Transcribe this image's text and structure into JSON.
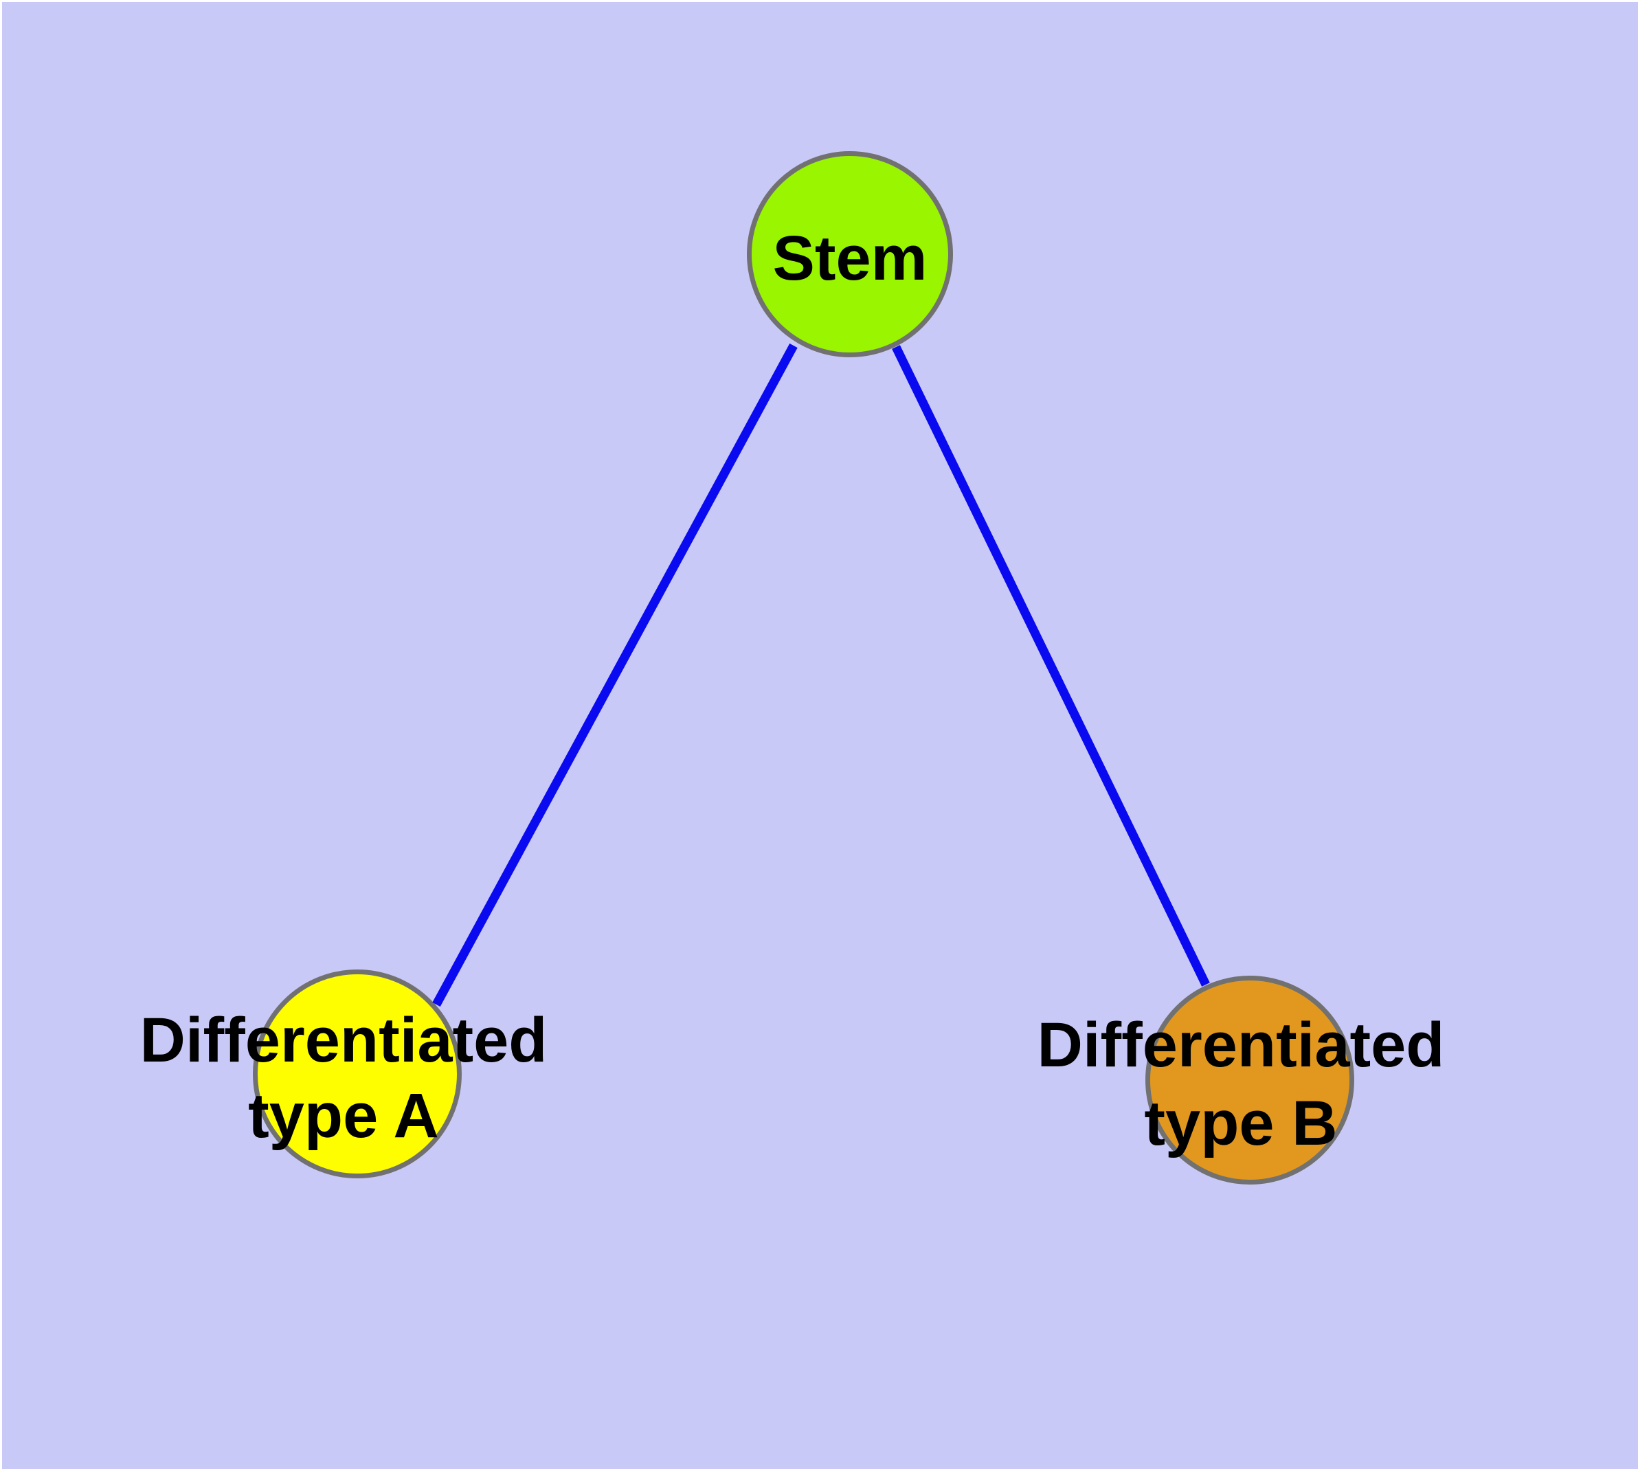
{
  "diagram": {
    "type": "node-link tree diagram",
    "colors": {
      "canvas_margin": "#FFFFFF",
      "background": "#C9C9F7",
      "edge": "#0A0AF0",
      "node_border": "#717171",
      "label_text": "#000000"
    },
    "nodes": {
      "stem": {
        "label": "Stem",
        "fill": "#99F500"
      },
      "type_a": {
        "label": "Differentiated type A",
        "line1": "Differentiated",
        "line2": "type A",
        "fill": "#FEFE00"
      },
      "type_b": {
        "label": "Differentiated type B",
        "line1": "Differentiated",
        "line2": "type B",
        "fill": "#E2981E"
      }
    },
    "edges": [
      {
        "from": "Stem",
        "to": "Differentiated type A"
      },
      {
        "from": "Stem",
        "to": "Differentiated type B"
      }
    ]
  }
}
